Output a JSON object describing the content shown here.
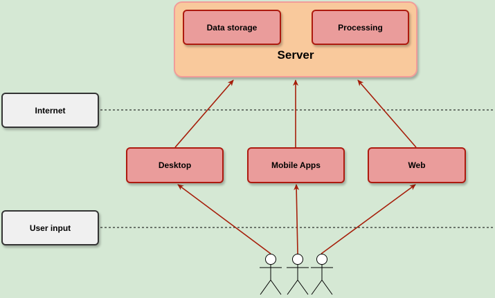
{
  "server": {
    "title": "Server",
    "components": [
      "Data storage",
      "Processing"
    ]
  },
  "layers": {
    "internet": "Internet",
    "user_input": "User input"
  },
  "clients": [
    "Desktop",
    "Mobile Apps",
    "Web"
  ],
  "colors": {
    "background": "#d5e8d4",
    "server_fill": "#f9c99c",
    "server_border": "#f19c99",
    "box_fill": "#ea9c9b",
    "box_border": "#ad1a0f",
    "arrow": "#a61e0a",
    "label_box_fill": "#f0f0f0"
  },
  "actors": {
    "icon": "stick-figure-icon",
    "count": 3
  }
}
